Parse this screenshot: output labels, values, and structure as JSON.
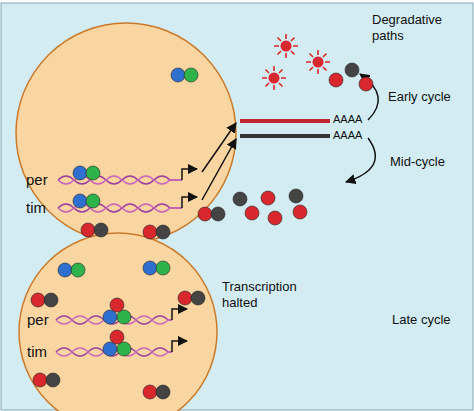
{
  "diagram": {
    "nodes": [
      {
        "text": [
          "per",
          "tim"
        ]
      },
      {
        "text": [
          "per",
          "tim"
        ]
      }
    ],
    "labels": [
      "AAAA",
      "AAAA",
      "Degradative paths",
      "Early cycle",
      "Mid-cycle",
      "Transcription halted",
      "Late cycle"
    ]
  }
}
